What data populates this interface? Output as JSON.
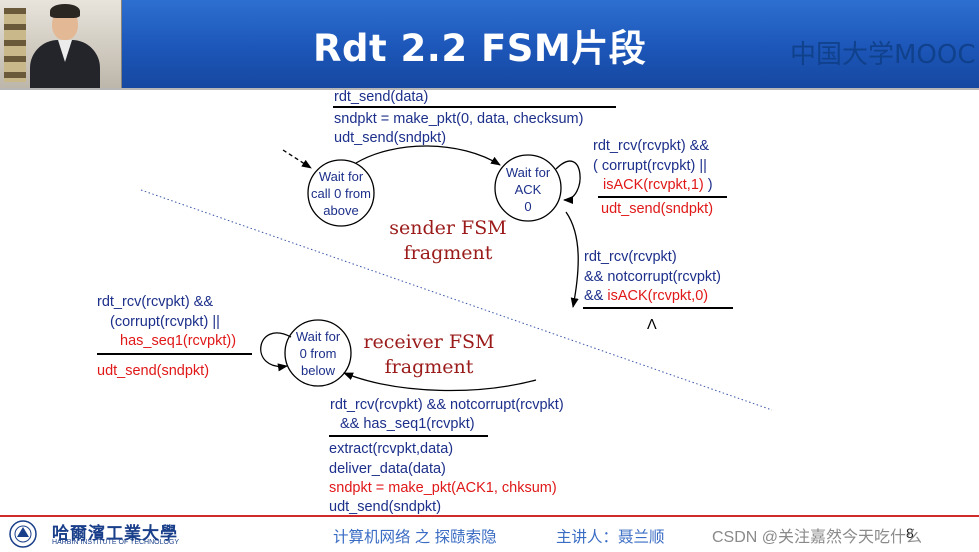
{
  "title": "Rdt 2.2 FSM片段",
  "mooc_logo": "中国大学MOOC",
  "footer": {
    "university_cn": "哈爾濱工業大學",
    "university_en": "HARBIN INSTITUTE OF TECHNOLOGY",
    "course": "计算机网络 之 探赜索隐",
    "lecturer": "主讲人：聂兰顺",
    "watermark": "CSDN @关注嘉然今天吃什么",
    "page_number": "8"
  },
  "sender": {
    "fragment_label": [
      "sender FSM",
      "fragment"
    ],
    "state_wait_call0": [
      "Wait for",
      "call 0 from",
      "above"
    ],
    "state_wait_ack0": [
      "Wait for",
      "ACK",
      "0"
    ],
    "send_event": "rdt_send(data)",
    "send_actions": [
      "sndpkt = make_pkt(0, data, checksum)",
      "udt_send(sndpkt)"
    ],
    "self_loop_event": [
      "rdt_rcv(rcvpkt) &&",
      "( corrupt(rcvpkt) ||",
      "isACK(rcvpkt,1)",
      ")"
    ],
    "self_loop_action": "udt_send(sndpkt)",
    "exit_event": [
      "rdt_rcv(rcvpkt)",
      "&& notcorrupt(rcvpkt)",
      "&& ",
      "isACK(rcvpkt,0)"
    ],
    "exit_action": "Λ"
  },
  "receiver": {
    "fragment_label": [
      "receiver FSM",
      "fragment"
    ],
    "state_wait_0": [
      "Wait for",
      "0 from",
      "below"
    ],
    "self_loop_event": [
      "rdt_rcv(rcvpkt) &&",
      "(corrupt(rcvpkt) ||",
      "has_seq1(rcvpkt))"
    ],
    "self_loop_action": "udt_send(sndpkt)",
    "recv_event": [
      "rdt_rcv(rcvpkt) && notcorrupt(rcvpkt)",
      "&& has_seq1(rcvpkt)"
    ],
    "recv_actions": [
      "extract(rcvpkt,data)",
      "deliver_data(data)",
      "sndpkt = make_pkt(ACK1, chksum)",
      "udt_send(sndpkt)"
    ]
  }
}
